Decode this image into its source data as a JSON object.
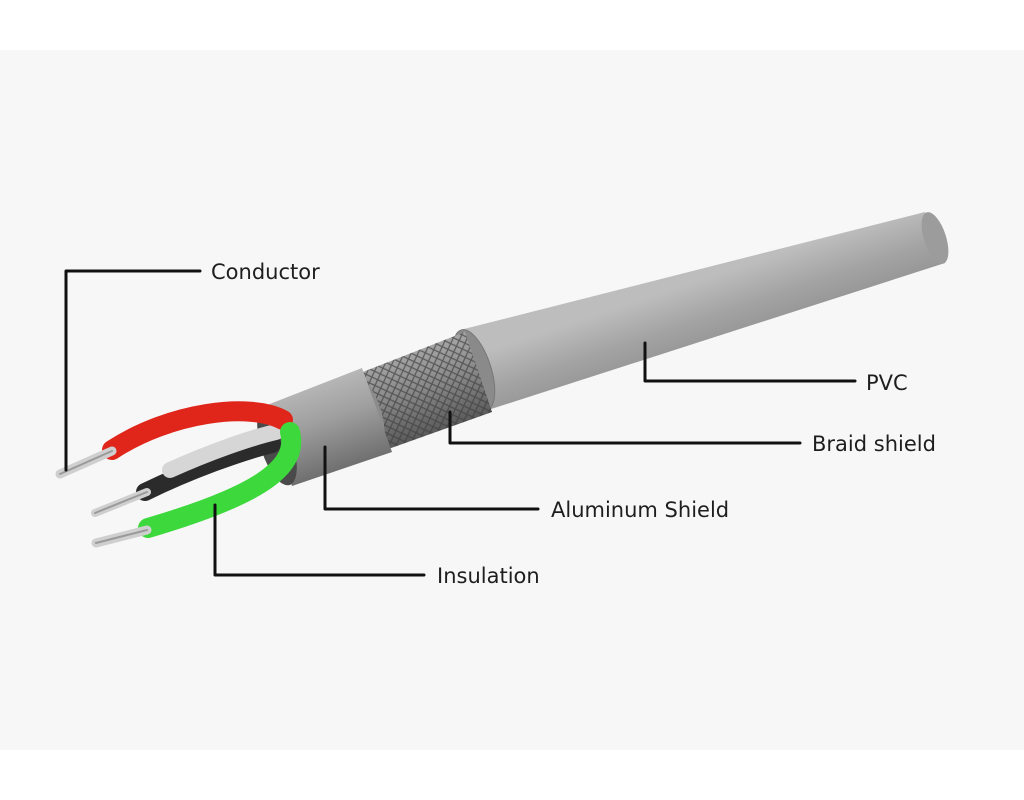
{
  "diagram": {
    "labels": {
      "conductor": "Conductor",
      "pvc": "PVC",
      "braid_shield": "Braid shield",
      "aluminum_shield": "Aluminum Shield",
      "insulation": "Insulation"
    },
    "colors": {
      "background": "#f7f7f7",
      "pvc_jacket": "#8f8f8f",
      "braid": "#7c7c7c",
      "aluminum": "#9a9a9a",
      "red_wire": "#e0261a",
      "green_wire": "#3cd83c",
      "black_wire": "#2b2b2b",
      "white_wire": "#d6d6d6",
      "conductor": "#cfcfcf",
      "leader_line": "#111111"
    }
  }
}
